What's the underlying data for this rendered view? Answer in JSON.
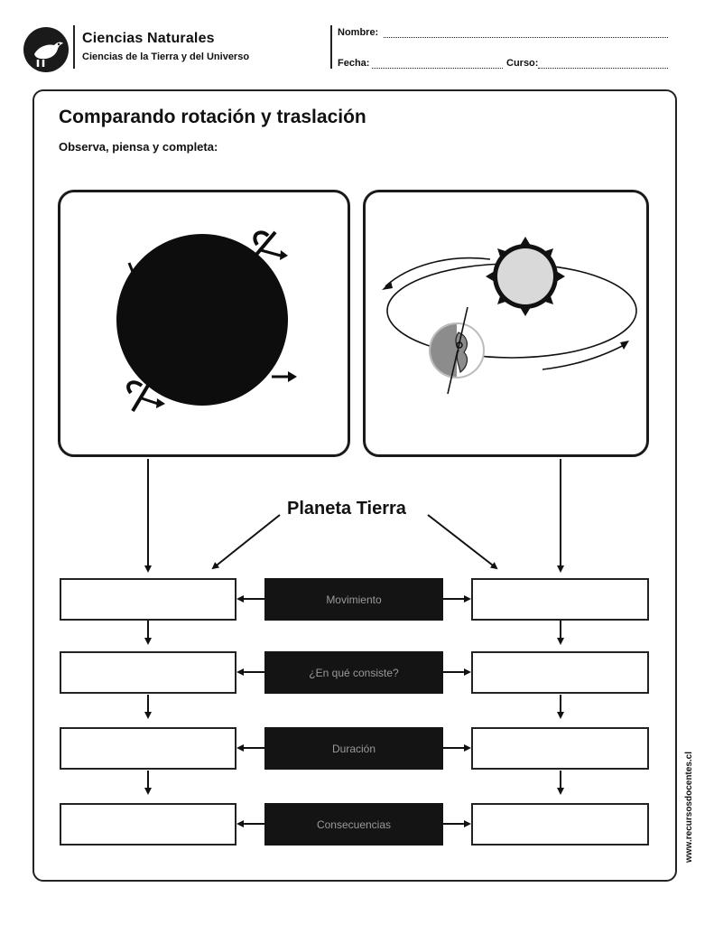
{
  "header": {
    "subject_title": "Ciencias Naturales",
    "subject_subtitle": "Ciencias de la Tierra y del Universo",
    "name_label": "Nombre:",
    "date_label": "Fecha:",
    "course_label": "Curso:"
  },
  "worksheet": {
    "title": "Comparando rotación y traslación",
    "instruction": "Observa, piensa y completa:",
    "center_label": "Planeta Tierra",
    "rows": [
      {
        "label": "Movimiento"
      },
      {
        "label": "¿En qué consiste?"
      },
      {
        "label": "Duración"
      },
      {
        "label": "Consecuencias"
      }
    ]
  },
  "footer": {
    "site": "www.recursosdocentes.cl"
  },
  "icons": {
    "logo": "bird-logo-icon",
    "rotation_image": "earth-rotation-icon",
    "translation_image": "earth-orbit-sun-icon"
  },
  "colors": {
    "ink": "#1a1a1a",
    "label_box": "#141414",
    "label_text": "#9a9a9a",
    "sun": "#d9d9d9",
    "earth": "#8c8c8c"
  }
}
